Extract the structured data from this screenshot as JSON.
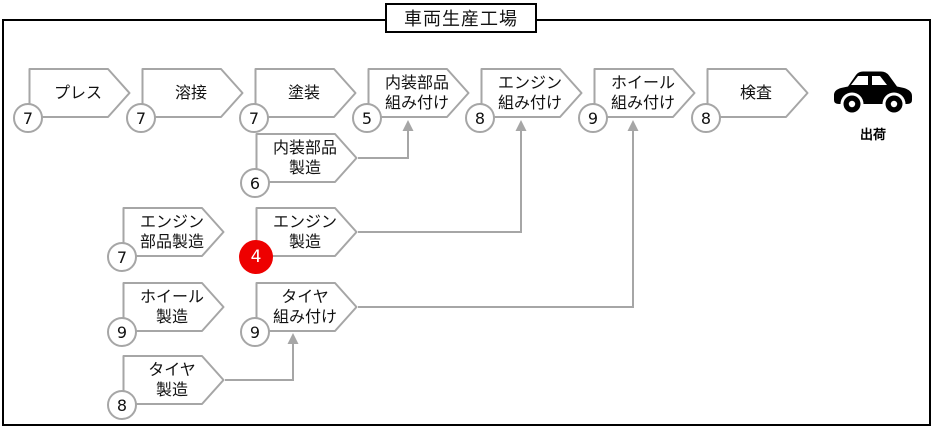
{
  "frame": {
    "title": "車両生産工場"
  },
  "colors": {
    "shape_border": "#a6a6a6",
    "connector": "#a6a6a6",
    "highlight_red": "#ee0000",
    "frame_border": "#000000"
  },
  "main": {
    "steps": [
      {
        "name": "press",
        "lines": [
          "プレス",
          ""
        ],
        "count": "7"
      },
      {
        "name": "welding",
        "lines": [
          "溶接",
          ""
        ],
        "count": "7"
      },
      {
        "name": "painting",
        "lines": [
          "塗装",
          ""
        ],
        "count": "7"
      },
      {
        "name": "interior-parts-assembly",
        "lines": [
          "内装部品",
          "組み付け"
        ],
        "count": "5"
      },
      {
        "name": "engine-assembly",
        "lines": [
          "エンジン",
          "組み付け"
        ],
        "count": "8"
      },
      {
        "name": "wheel-assembly",
        "lines": [
          "ホイール",
          "組み付け"
        ],
        "count": "9"
      },
      {
        "name": "inspection",
        "lines": [
          "検査",
          ""
        ],
        "count": "8"
      }
    ]
  },
  "subs": {
    "steps": [
      {
        "name": "interior-parts-manufacturing",
        "lines": [
          "内装部品",
          "製造"
        ],
        "count": "6"
      },
      {
        "name": "engine-parts-manufacturing",
        "lines": [
          "エンジン",
          "部品製造"
        ],
        "count": "7"
      },
      {
        "name": "engine-manufacturing",
        "lines": [
          "エンジン",
          "製造"
        ],
        "count": "4",
        "highlighted": true
      },
      {
        "name": "wheel-manufacturing",
        "lines": [
          "ホイール",
          "製造"
        ],
        "count": "9"
      },
      {
        "name": "tire-assembly",
        "lines": [
          "タイヤ",
          "組み付け"
        ],
        "count": "9"
      },
      {
        "name": "tire-manufacturing",
        "lines": [
          "タイヤ",
          "製造"
        ],
        "count": "8"
      }
    ]
  },
  "shipment": {
    "label": "出荷",
    "icon": "car-icon"
  }
}
